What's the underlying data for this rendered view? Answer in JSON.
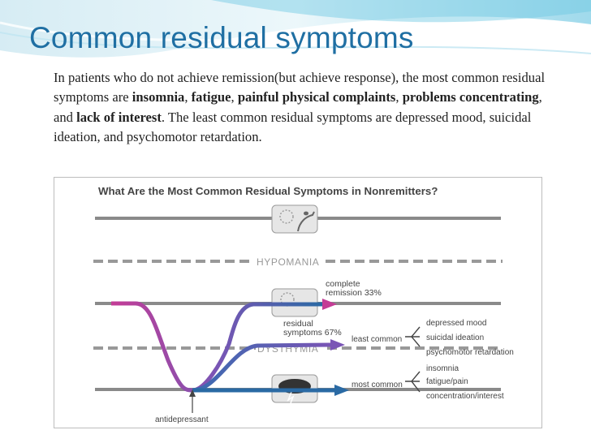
{
  "slide": {
    "title": "Common residual symptoms",
    "body": {
      "t1": "In patients who do not achieve remission(but achieve response), the most common residual symptoms are ",
      "b1": "insomnia",
      "t2": ", ",
      "b2": "fatigue",
      "t3": ", ",
      "b3": "painful physical complaints",
      "t4": ", ",
      "b4": "problems concentrating",
      "t5": ", and ",
      "b5": "lack of interest",
      "t6": ". The least common residual symptoms are depressed mood, suicidal ideation, and psychomotor retardation."
    }
  },
  "figure": {
    "title": "What Are the Most Common Residual Symptoms in Nonremitters?",
    "hypomania_label": "HYPOMANIA",
    "dysthymia_label": "DYSTHYMIA",
    "complete_remission": [
      "complete",
      "remission 33%"
    ],
    "residual_symptoms": [
      "residual",
      "symptoms 67%"
    ],
    "least_common_label": "least common",
    "most_common_label": "most common",
    "least_common_items": [
      "depressed mood",
      "suicidal ideation",
      "psychomotor retardation"
    ],
    "most_common_items": [
      "insomnia",
      "fatigue/pain",
      "concentration/interest"
    ],
    "antidepressant_label": "antidepressant",
    "colors": {
      "start": "#c43c96",
      "mid": "#7a55b5",
      "end": "#2a6aa4",
      "lines": "#8a8a8a",
      "title_accent": "#1f6fa3"
    },
    "icons": [
      "sun-music-icon",
      "sun-face-icon",
      "storm-cloud-icon"
    ]
  }
}
